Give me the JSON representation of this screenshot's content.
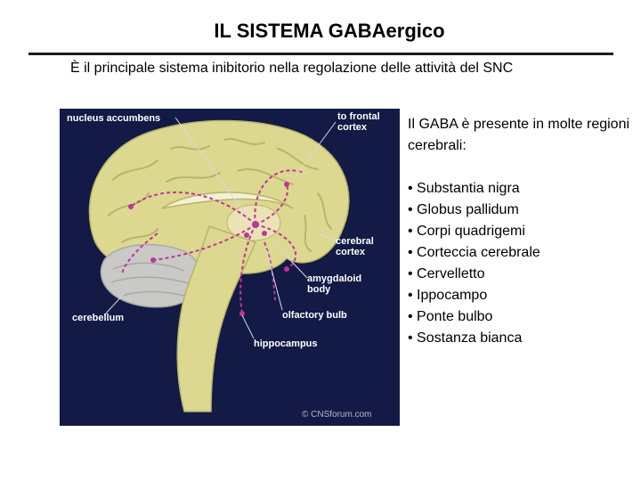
{
  "slide": {
    "title": "IL SISTEMA GABAergico",
    "subtitle": "È il principale sistema inibitorio nella regolazione delle attività del SNC"
  },
  "figure": {
    "labels": {
      "nucleus_accumbens": "nucleus accumbens",
      "to_frontal_1": "to frontal",
      "to_frontal_2": "cortex",
      "cerebral_1": "cerebral",
      "cerebral_2": "cortex",
      "amygdaloid_1": "amygdaloid",
      "amygdaloid_2": "body",
      "cerebellum": "cerebellum",
      "olfactory_bulb": "olfactory bulb",
      "hippocampus": "hippocampus"
    },
    "copyright": "© CNSforum.com",
    "colors": {
      "background": "#121a45",
      "brain": "#dcd88f",
      "cerebellum": "#c9c9c6",
      "pathway": "#c2339b"
    }
  },
  "sidebar": {
    "intro": "Il GABA è presente in molte regioni cerebrali:",
    "items": [
      "• Substantia nigra",
      "• Globus pallidum",
      "• Corpi quadrigemi",
      "• Corteccia cerebrale",
      "• Cervelletto",
      "• Ippocampo",
      "• Ponte bulbo",
      "• Sostanza bianca"
    ]
  }
}
